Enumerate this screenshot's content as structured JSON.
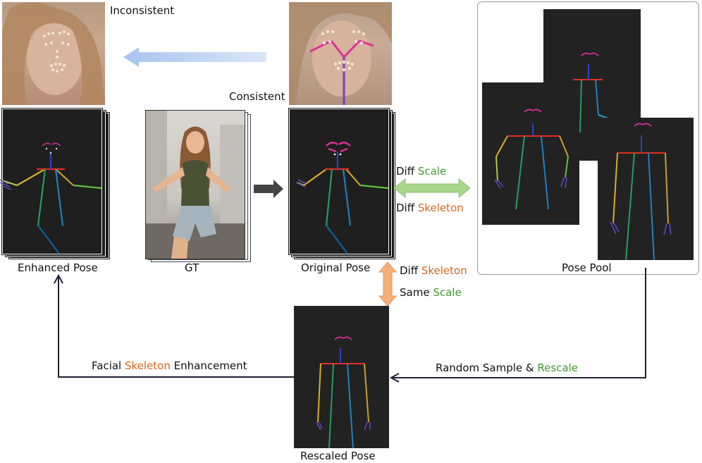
{
  "labels": {
    "inconsistent": "Inconsistent",
    "consistent": "Consistent",
    "enhanced_pose": "Enhanced Pose",
    "gt": "GT",
    "original_pose": "Original Pose",
    "pose_pool": "Pose Pool",
    "rescaled_pose": "Rescaled Pose"
  },
  "diff_top": {
    "prefix": "Diff",
    "word": "Scale"
  },
  "diff_bottom": {
    "prefix": "Diff",
    "word": "Skeleton"
  },
  "orange_top": {
    "prefix": "Diff",
    "word": "Skeleton"
  },
  "orange_bottom": {
    "prefix": "Same",
    "word": "Scale"
  },
  "bottom_left": {
    "before": "Facial",
    "word": "Skeleton",
    "after": "Enhancement"
  },
  "bottom_right": {
    "before": "Random Sample &",
    "word": "Rescale"
  },
  "colors": {
    "panel_bg": "#222222",
    "accent_green": "#3f9a2c",
    "accent_orange": "#d2691e",
    "arrow_blue": "#a9c4ee",
    "arrow_green": "#a8d68b",
    "arrow_orange": "#f5b07a",
    "flow_line": "#1b2233"
  }
}
